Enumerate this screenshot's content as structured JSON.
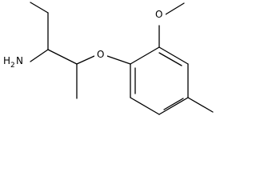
{
  "molecule": {
    "atom_labels": {
      "amine": {
        "main": "H",
        "subscript": "2",
        "suffix": "N"
      },
      "ether_oxygen": "O",
      "methoxy_oxygen": "O"
    },
    "colors": {
      "bonds": "#000000",
      "labels": "#000000",
      "background": "#ffffff"
    }
  }
}
